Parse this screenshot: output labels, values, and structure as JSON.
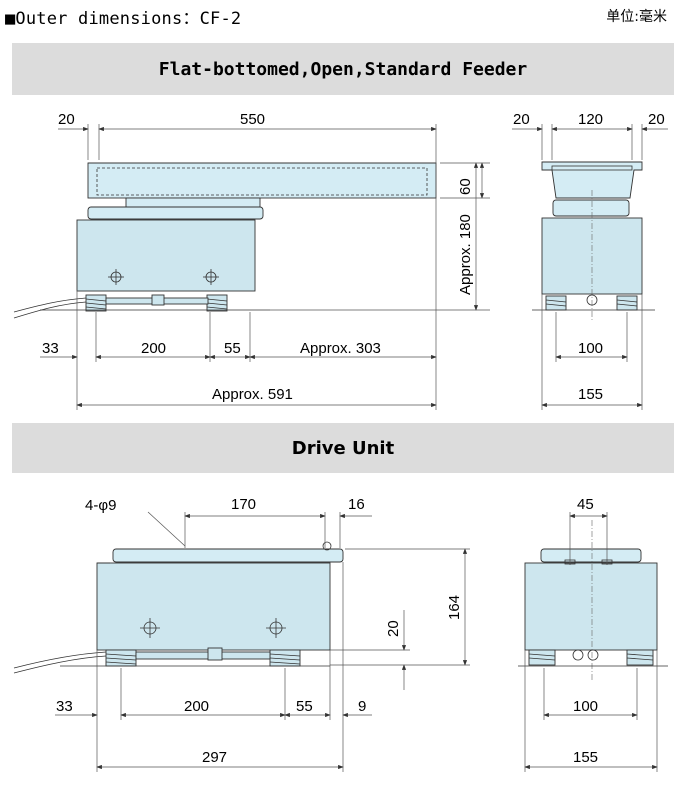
{
  "header": {
    "title": "■Outer dimensions：CF-2",
    "unit": "单位:毫米"
  },
  "sections": [
    {
      "heading": "Flat-bottomed,Open,Standard Feeder"
    },
    {
      "heading": "Drive Unit"
    }
  ],
  "feeder_side": {
    "d20": "20",
    "d550": "550",
    "d60": "60",
    "d180": "Approx. 180",
    "d33": "33",
    "d200": "200",
    "d55": "55",
    "d303": "Approx. 303",
    "d591": "Approx. 591"
  },
  "feeder_front": {
    "d20a": "20",
    "d120": "120",
    "d20b": "20",
    "d100": "100",
    "d155": "155"
  },
  "drive_side": {
    "hole": "4-φ9",
    "d170": "170",
    "d16": "16",
    "d164": "164",
    "d20": "20",
    "d33": "33",
    "d200": "200",
    "d55": "55",
    "d9": "9",
    "d297": "297"
  },
  "drive_front": {
    "d45": "45",
    "d100": "100",
    "d155": "155"
  }
}
